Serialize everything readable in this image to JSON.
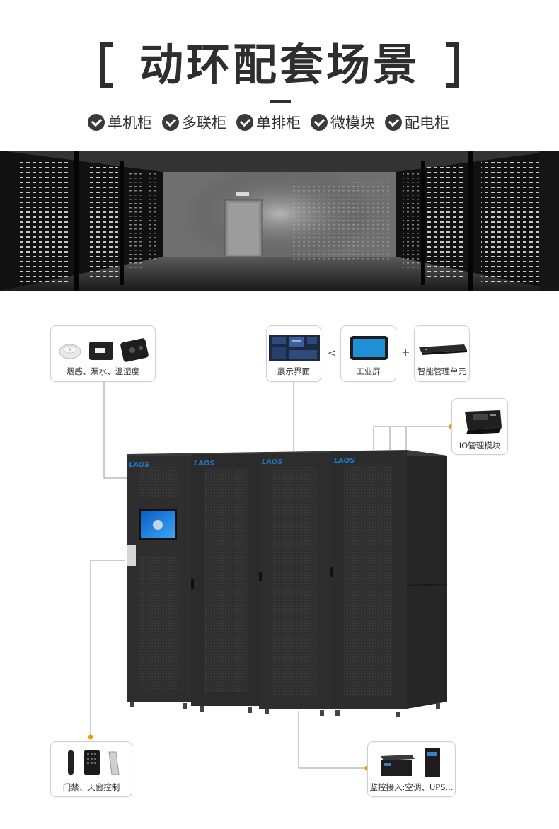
{
  "title": "动环配套场景",
  "tags": [
    {
      "label": "单机柜",
      "icon": "check-circle-icon"
    },
    {
      "label": "多联柜",
      "icon": "check-circle-icon"
    },
    {
      "label": "单排柜",
      "icon": "check-circle-icon"
    },
    {
      "label": "微模块",
      "icon": "check-circle-icon"
    },
    {
      "label": "配电柜",
      "icon": "check-circle-icon"
    }
  ],
  "cards": {
    "sensors": {
      "label": "烟感、漏水、温湿度"
    },
    "display": {
      "label": "展示界面"
    },
    "screen": {
      "label": "工业屏"
    },
    "unit": {
      "label": "智能管理单元"
    },
    "io": {
      "label": "IO管理模块"
    },
    "access": {
      "label": "门禁、天窗控制"
    },
    "monitor": {
      "label": "监控接入:空调、UPS..."
    }
  },
  "operators": {
    "less_than": "<",
    "plus": "+"
  },
  "cabinet": {
    "brand": "LAOS",
    "color": "#2c2c2c"
  },
  "colors": {
    "accent_dot": "#f39800",
    "title": "#2e2e2e",
    "line": "#9a9a9a"
  }
}
